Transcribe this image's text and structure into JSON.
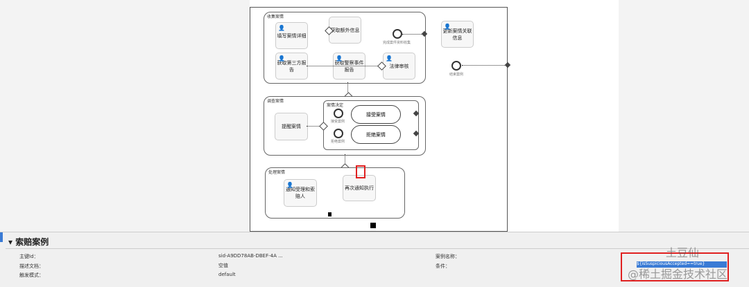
{
  "diagram": {
    "group1": {
      "label": "收集案情",
      "tasks": [
        "填写案情详细",
        "获取额外信息",
        "获取第三方报告",
        "获取警察事件报告",
        "法律审核"
      ],
      "event_end": "完成案件资料收集"
    },
    "outside": {
      "task": "更新案情关联信息",
      "event": "结束案例"
    },
    "group2": {
      "label": "调查案情",
      "task": "提醒案情",
      "sub_label": "案情决定",
      "pills": [
        "接受案情",
        "拒绝案情"
      ],
      "events": [
        "接受案例",
        "拒绝案例"
      ]
    },
    "group3": {
      "label": "处理案情",
      "tasks": [
        "通知受理和索赔人",
        "再次通知执行"
      ]
    }
  },
  "properties": {
    "title": "索赔案例",
    "rows": [
      {
        "label": "主键Id：",
        "value": "sid-A9DD78AB-DBEF-4A ..."
      },
      {
        "label": "描述文档：",
        "value": "空值"
      },
      {
        "label": "触发模式：",
        "value": "default"
      }
    ],
    "right_labels": [
      "案例名称：",
      "条件："
    ],
    "condition_value": "${isSuspiciousAccepted==true}"
  },
  "watermark": {
    "line1": "土豆仙",
    "line2": "@稀土掘金技术社区"
  },
  "colors": {
    "highlight": "#e02020",
    "selection": "#3a7bd5"
  }
}
